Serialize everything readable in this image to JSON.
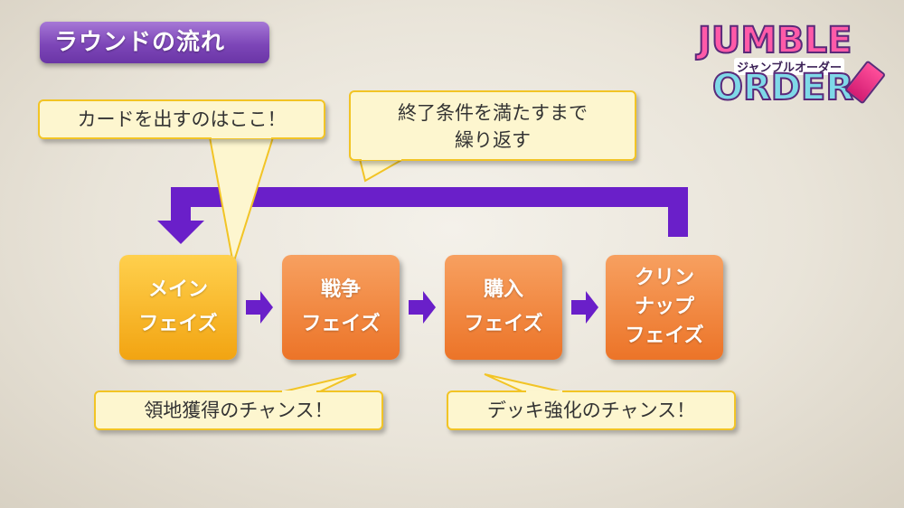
{
  "title": "ラウンドの流れ",
  "logo": {
    "line1": "JUMBLE",
    "line2": "ORDER",
    "subtitle": "ジャンブルオーダー"
  },
  "callouts": {
    "card_play": "カードを出すのはここ！",
    "repeat_line1": "終了条件を満たすまで",
    "repeat_line2": "繰り返す",
    "territory": "領地獲得のチャンス！",
    "deck": "デッキ強化のチャンス！"
  },
  "phases": [
    {
      "line1": "メイン",
      "line2": "フェイズ"
    },
    {
      "line1": "戦争",
      "line2": "フェイズ"
    },
    {
      "line1": "購入",
      "line2": "フェイズ"
    },
    {
      "line1": "クリン",
      "line2": "ナップ",
      "line3": "フェイズ"
    }
  ],
  "colors": {
    "accent_purple": "#6a1fc9",
    "main_phase": "#f7b928",
    "other_phase": "#ee7d34",
    "bubble_fill": "#fdf6cf",
    "bubble_border": "#f2c425"
  }
}
